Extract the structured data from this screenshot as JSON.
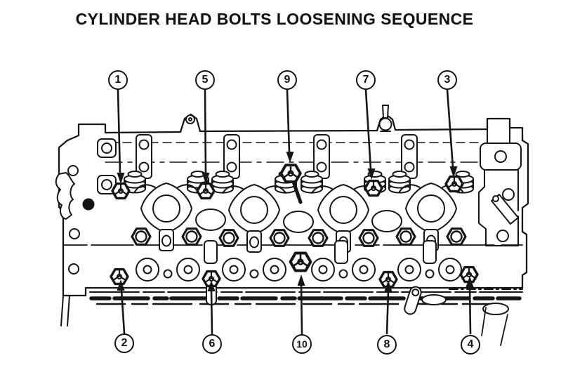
{
  "title": "CYLINDER HEAD BOLTS LOOSENING SEQUENCE",
  "figure": {
    "type": "technical line illustration",
    "subject": "cylinder head top view with ten numbered head bolts",
    "ink_color": "#161616",
    "background_color": "#ffffff",
    "callouts": [
      {
        "label": "1",
        "row": "top"
      },
      {
        "label": "5",
        "row": "top"
      },
      {
        "label": "9",
        "row": "top"
      },
      {
        "label": "7",
        "row": "top"
      },
      {
        "label": "3",
        "row": "top"
      },
      {
        "label": "2",
        "row": "bottom"
      },
      {
        "label": "6",
        "row": "bottom"
      },
      {
        "label": "10",
        "row": "bottom"
      },
      {
        "label": "8",
        "row": "bottom"
      },
      {
        "label": "4",
        "row": "bottom"
      }
    ]
  }
}
